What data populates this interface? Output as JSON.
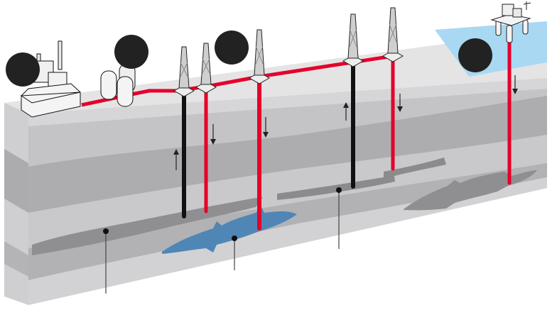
{
  "diagram": {
    "title": "",
    "subject": "oil-and-gas-extraction-cross-section",
    "colors": {
      "background": "#ffffff",
      "surface_top": "#e6e6e6",
      "layer_light": "#c9c9cb",
      "layer_mid": "#b7b7b9",
      "layer_dark": "#a3a3a5",
      "side_face": "#d2d2d4",
      "side_face_dark": "#a8a8aa",
      "reservoir_gray": "#8d8d8f",
      "reservoir_water": "#4f86b5",
      "sea": "#a9d8f3",
      "pipeline_red": "#e4002b",
      "well_black": "#111111",
      "marker": "#222222"
    },
    "facilities": [
      {
        "id": "refinery",
        "type": "processing-plant"
      },
      {
        "id": "storage-tanks",
        "type": "tanks"
      },
      {
        "id": "rig-1",
        "type": "derrick",
        "well": "production",
        "flow": "up"
      },
      {
        "id": "rig-2",
        "type": "derrick",
        "well": "injection",
        "flow": "down"
      },
      {
        "id": "rig-3",
        "type": "derrick",
        "well": "injection",
        "flow": "down"
      },
      {
        "id": "rig-4",
        "type": "derrick",
        "well": "production",
        "flow": "up"
      },
      {
        "id": "rig-5",
        "type": "derrick",
        "well": "injection",
        "flow": "down"
      },
      {
        "id": "offshore-platform",
        "type": "platform",
        "well": "injection",
        "flow": "down"
      }
    ],
    "callout_markers": [
      {
        "id": "marker-refinery"
      },
      {
        "id": "marker-tanks"
      },
      {
        "id": "marker-rigs"
      },
      {
        "id": "marker-offshore"
      }
    ],
    "reservoir_pointers": [
      {
        "id": "pointer-gray-reservoir-left"
      },
      {
        "id": "pointer-water-reservoir"
      },
      {
        "id": "pointer-gray-reservoir-center"
      }
    ]
  }
}
